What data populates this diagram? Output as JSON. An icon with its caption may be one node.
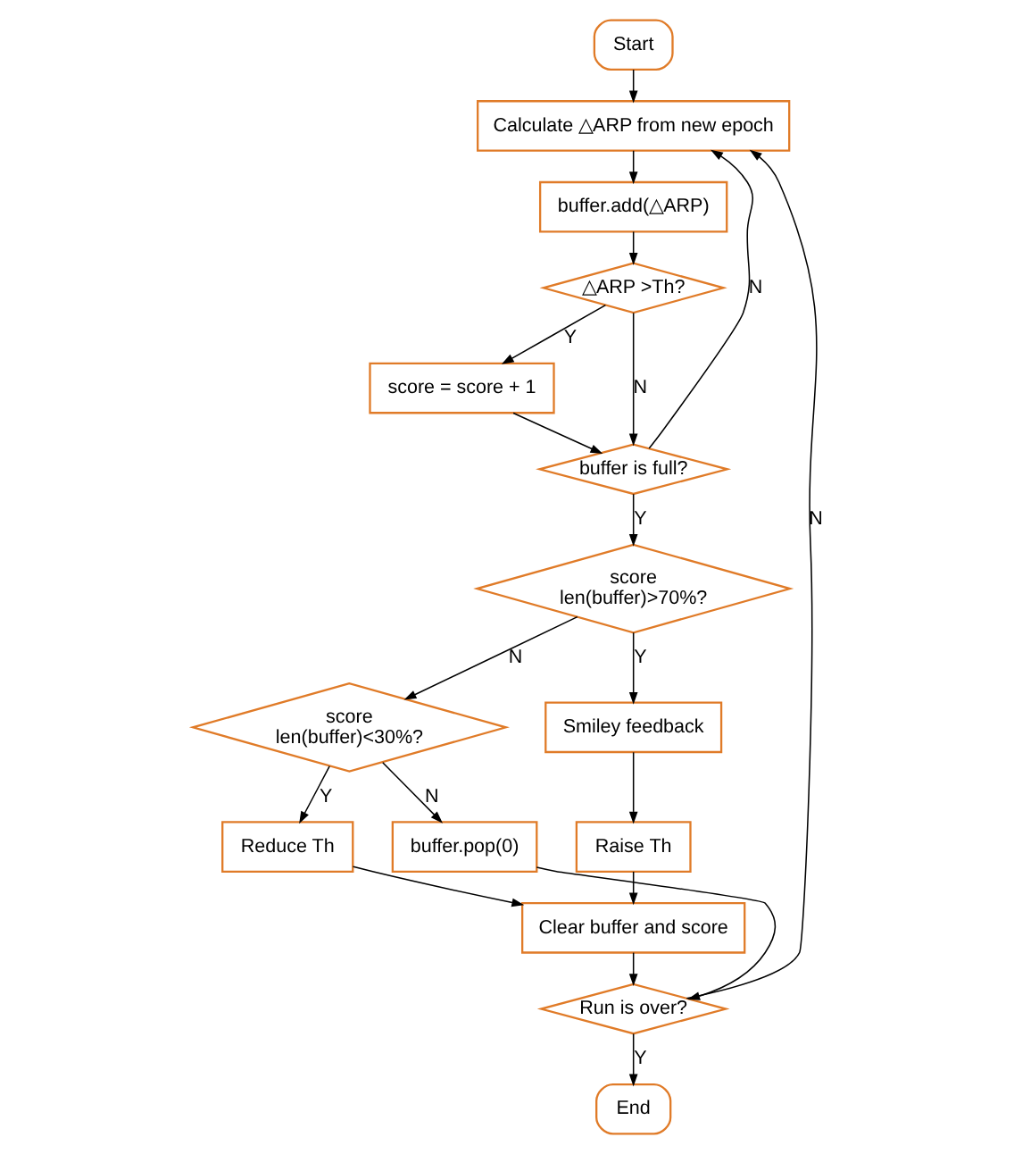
{
  "diagram": {
    "nodes": [
      {
        "text": [
          "Start"
        ]
      },
      {
        "text": [
          "Calculate △ARP from new epoch"
        ]
      },
      {
        "text": [
          "buffer.add(△ARP)"
        ]
      },
      {
        "text": [
          "△ARP >Th?"
        ]
      },
      {
        "text": [
          "score = score + 1"
        ]
      },
      {
        "text": [
          "buffer is full?"
        ]
      },
      {
        "text": [
          "score",
          "len(buffer)>70%?"
        ]
      },
      {
        "text": [
          "score",
          "len(buffer)<30%?"
        ]
      },
      {
        "text": [
          "Smiley feedback"
        ]
      },
      {
        "text": [
          "Raise Th"
        ]
      },
      {
        "text": [
          "Reduce Th"
        ]
      },
      {
        "text": [
          "Clear buffer and score"
        ]
      },
      {
        "text": [
          "Run is over?"
        ]
      },
      {
        "text": [
          "buffer.pop(0)"
        ]
      },
      {
        "text": [
          "End"
        ]
      }
    ],
    "edges": [
      {
        "from": 0,
        "to": 1,
        "arrow": "to"
      },
      {
        "from": 1,
        "to": 2,
        "arrow": "to"
      },
      {
        "from": 2,
        "to": 3,
        "arrow": "to"
      },
      {
        "from": 3,
        "to": 4,
        "arrow": "to",
        "label": "Y"
      },
      {
        "from": 3,
        "to": 5,
        "arrow": "to",
        "label": "N"
      },
      {
        "from": 4,
        "to": 5,
        "arrow": "to"
      },
      {
        "from": 5,
        "to": 1,
        "arrow": "to",
        "label": "N"
      },
      {
        "from": 5,
        "to": 6,
        "arrow": "to",
        "label": "Y"
      },
      {
        "from": 6,
        "to": 8,
        "arrow": "to",
        "label": "Y"
      },
      {
        "from": 6,
        "to": 7,
        "arrow": "to",
        "label": "N"
      },
      {
        "from": 7,
        "to": 10,
        "arrow": "to",
        "label": "Y"
      },
      {
        "from": 7,
        "to": 13,
        "arrow": "to",
        "label": "N"
      },
      {
        "from": 8,
        "to": 9,
        "arrow": "to"
      },
      {
        "from": 9,
        "to": 11,
        "arrow": "to"
      },
      {
        "from": 10,
        "to": 11,
        "arrow": "to"
      },
      {
        "from": 11,
        "to": 12,
        "arrow": "to"
      },
      {
        "from": 13,
        "to": 12,
        "arrow": "to"
      },
      {
        "from": 12,
        "to": 1,
        "arrow": "to",
        "label": "N"
      },
      {
        "from": 12,
        "to": 14,
        "arrow": "to",
        "label": "Y"
      }
    ]
  }
}
